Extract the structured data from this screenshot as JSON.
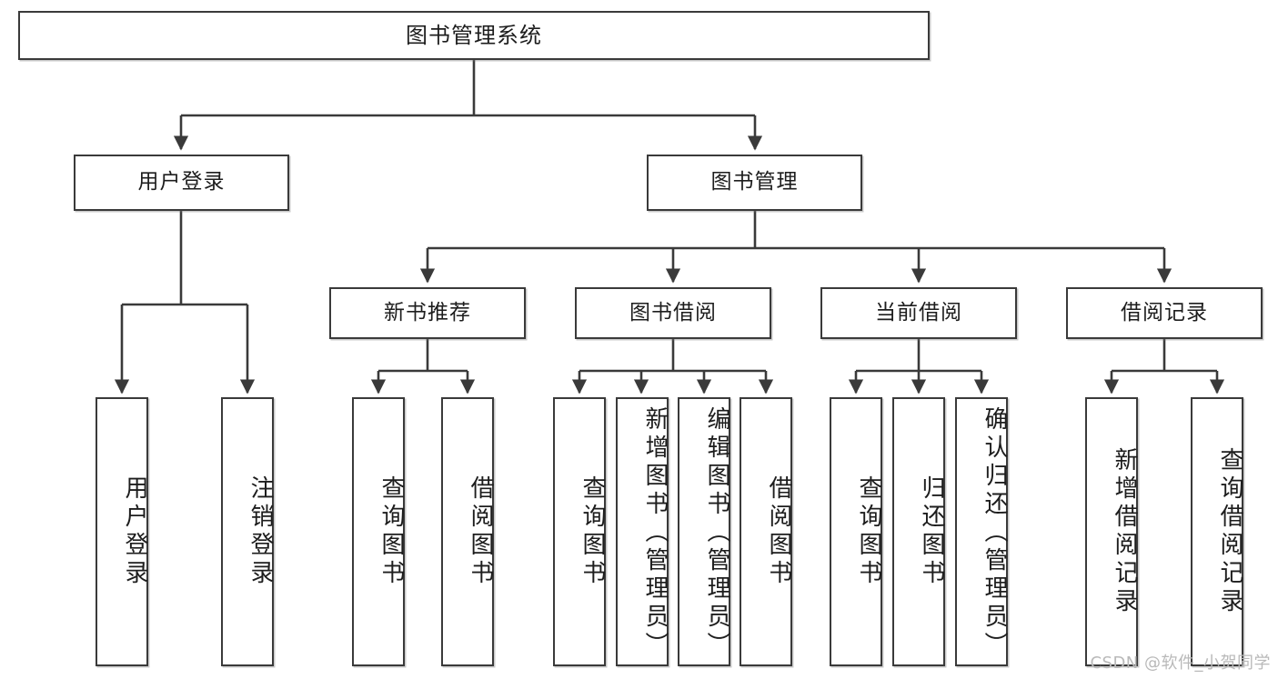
{
  "diagram": {
    "title": "图书管理系统",
    "watermark": "CSDN @软件_小贺同学",
    "colors": {
      "box_stroke": "#3a3a3a",
      "line": "#3a3a3a",
      "background": "#ffffff",
      "text": "#1d1d1d",
      "watermark": "#b9b9b9"
    },
    "root": {
      "label": "图书管理系统"
    },
    "level2": [
      {
        "label": "用户登录"
      },
      {
        "label": "图书管理"
      }
    ],
    "level3": [
      {
        "label": "新书推荐"
      },
      {
        "label": "图书借阅"
      },
      {
        "label": "当前借阅"
      },
      {
        "label": "借阅记录"
      }
    ],
    "leaves": {
      "user_login": [
        {
          "label": "用户登录"
        },
        {
          "label": "注销登录"
        }
      ],
      "new_book_recommend": [
        {
          "label": "查询图书"
        },
        {
          "label": "借阅图书"
        }
      ],
      "book_borrow": [
        {
          "label": "查询图书"
        },
        {
          "label": "新增图书（管理员）"
        },
        {
          "label": "编辑图书（管理员）"
        },
        {
          "label": "借阅图书"
        }
      ],
      "current_borrow": [
        {
          "label": "查询图书"
        },
        {
          "label": "归还图书"
        },
        {
          "label": "确认归还（管理员）"
        }
      ],
      "borrow_record": [
        {
          "label": "新增借阅记录"
        },
        {
          "label": "查询借阅记录"
        }
      ]
    }
  }
}
